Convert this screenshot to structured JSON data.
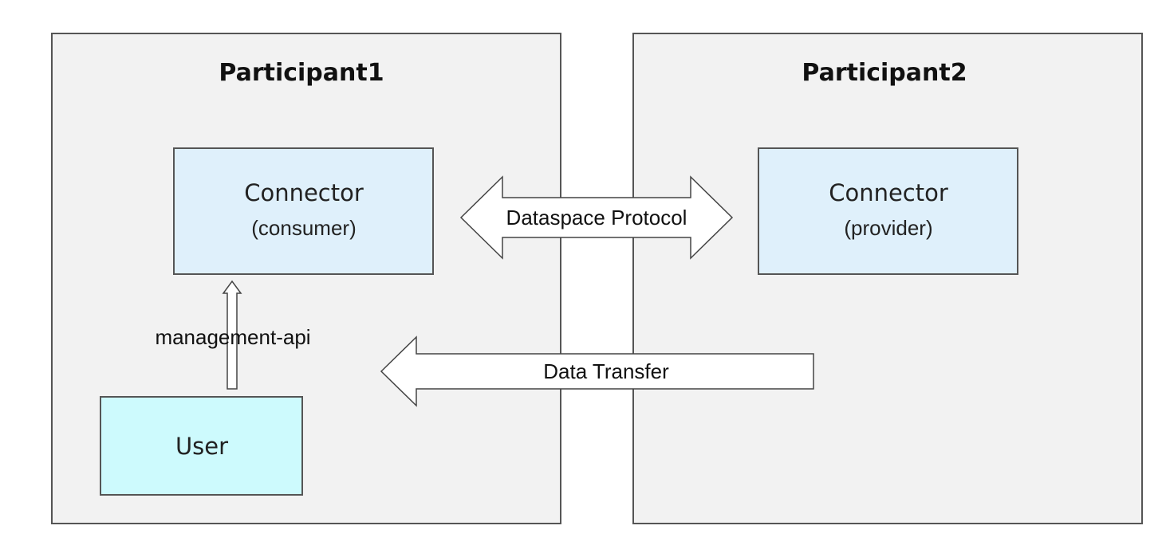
{
  "participants": [
    {
      "title": "Participant1",
      "connector": {
        "name": "Connector",
        "role": "(consumer)"
      }
    },
    {
      "title": "Participant2",
      "connector": {
        "name": "Connector",
        "role": "(provider)"
      }
    }
  ],
  "user": {
    "label": "User"
  },
  "links": {
    "management_api": "management-api",
    "dataspace_protocol": "Dataspace Protocol",
    "data_transfer": "Data Transfer"
  },
  "colors": {
    "participant_fill": "#f2f2f2",
    "connector_fill": "#dff0fb",
    "user_fill": "#cdfafd",
    "outline": "#555555"
  }
}
